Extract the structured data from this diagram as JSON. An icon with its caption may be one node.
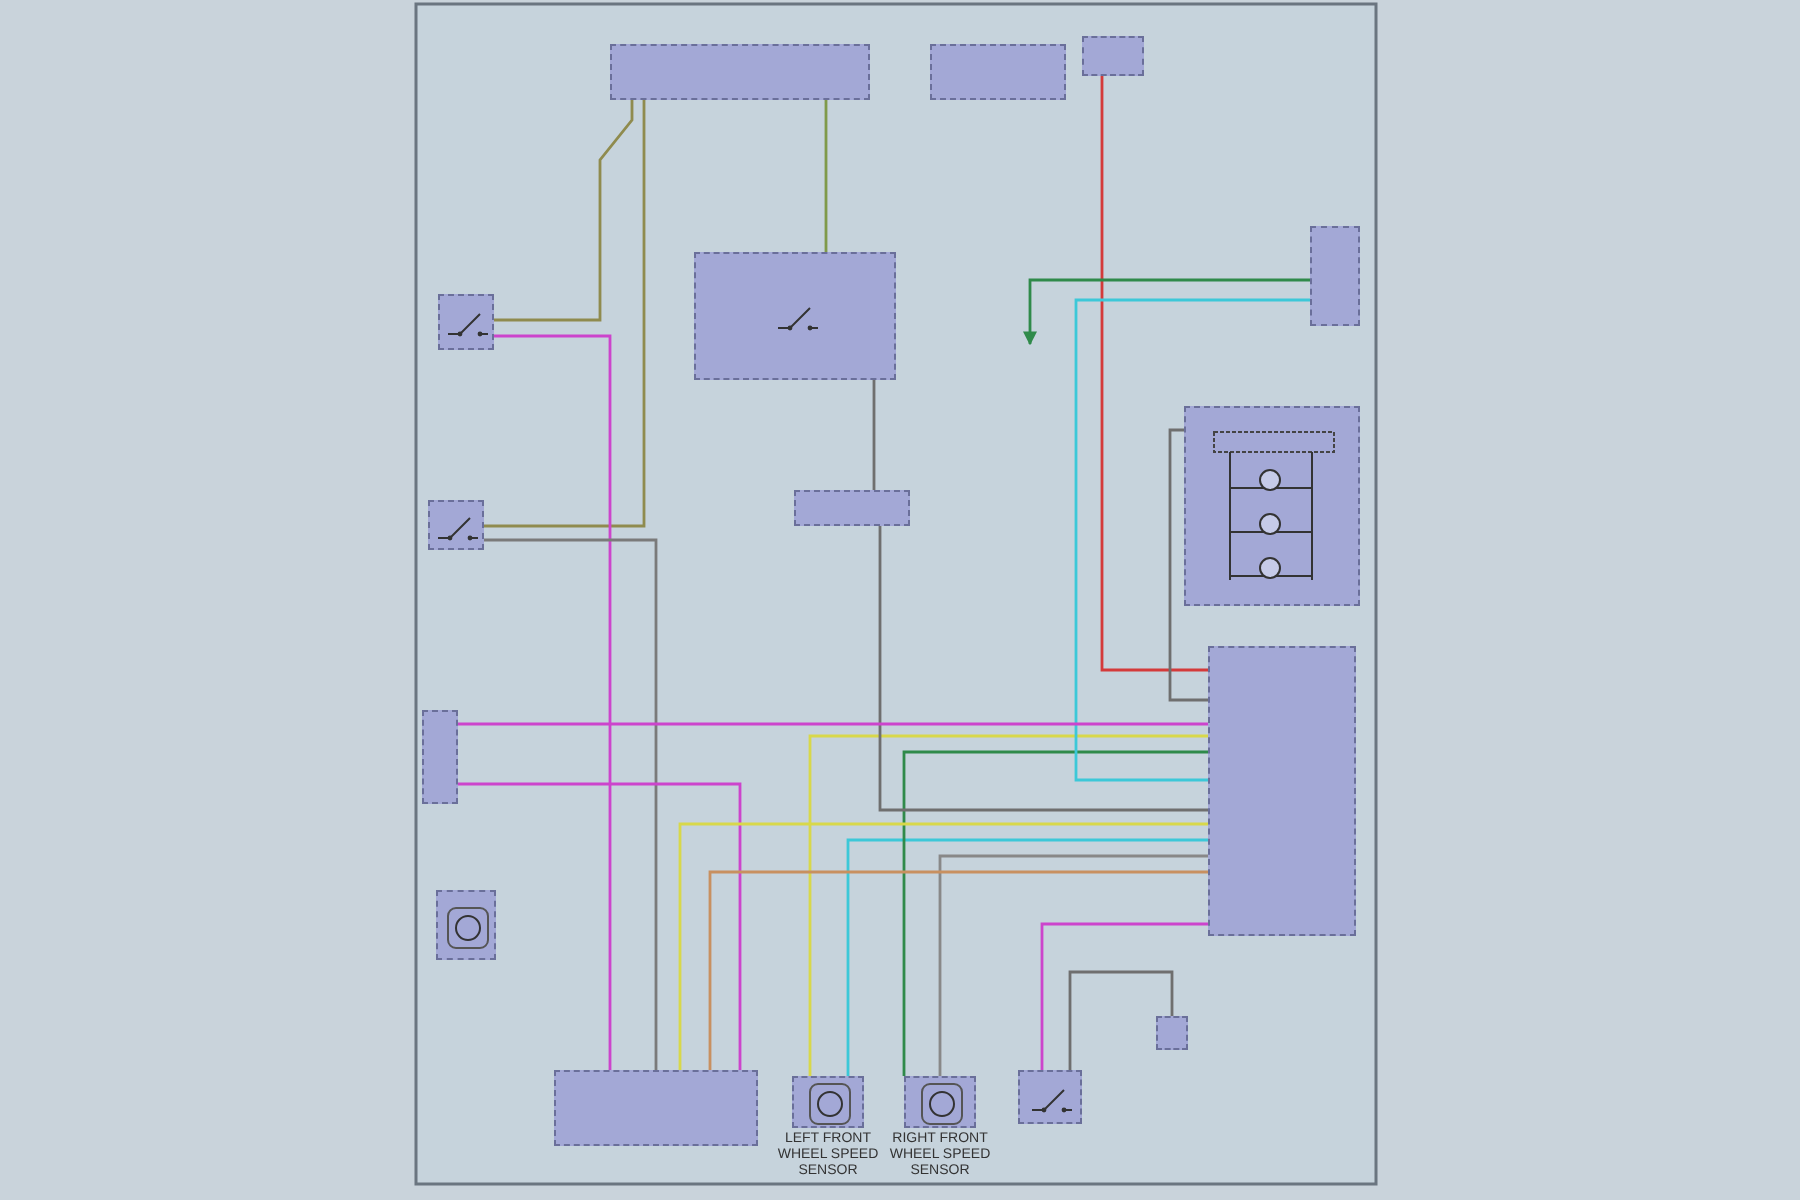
{
  "diagram": {
    "nodes": [
      {
        "text": [],
        "shape": "box"
      },
      {
        "text": [],
        "shape": "box"
      },
      {
        "text": [],
        "shape": "box"
      },
      {
        "text": [],
        "shape": "box"
      },
      {
        "text": [],
        "shape": "box"
      },
      {
        "text": [],
        "shape": "box"
      },
      {
        "text": [],
        "shape": "box"
      },
      {
        "text": [],
        "shape": "box"
      },
      {
        "text": [],
        "shape": "box"
      },
      {
        "text": [],
        "shape": "box"
      },
      {
        "text": [
          "LEFT FRONT WHEEL SPEED SENSOR"
        ]
      },
      {
        "text": [
          "RIGHT FRONT WHEEL SPEED SENSOR"
        ]
      },
      {
        "text": [],
        "shape": "box"
      },
      {
        "text": [],
        "shape": "box"
      },
      {
        "text": [],
        "shape": "box"
      },
      {
        "text": [],
        "shape": "box"
      },
      {
        "text": [],
        "shape": "box"
      }
    ],
    "edges": [
      {
        "from": 0,
        "to": 5,
        "arrow": "none",
        "color": "#8f8b4e"
      },
      {
        "from": 0,
        "to": 6,
        "arrow": "none",
        "color": "#8f8b4e"
      },
      {
        "from": 0,
        "to": 3,
        "arrow": "none",
        "color": "#7f9a4a"
      },
      {
        "from": 3,
        "to": 4,
        "arrow": "none",
        "color": "#6f6f6f"
      },
      {
        "from": 2,
        "to": 13,
        "arrow": "none",
        "color": "#d43a3a"
      },
      {
        "from": 5,
        "to": 9,
        "arrow": "none",
        "color": "#cc44cc"
      },
      {
        "from": 6,
        "to": 9,
        "arrow": "none",
        "color": "#7a7a7a"
      },
      {
        "from": 7,
        "to": 9,
        "arrow": "none",
        "color": "#cc44cc"
      },
      {
        "from": 13,
        "to": 10,
        "arrow": "none",
        "color": "#d8d84a"
      },
      {
        "from": 13,
        "to": 10,
        "arrow": "none",
        "color": "#3cc8d8"
      },
      {
        "from": 13,
        "to": 11,
        "arrow": "none",
        "color": "#2f8a4a"
      },
      {
        "from": 13,
        "to": 11,
        "arrow": "none",
        "color": "#888888"
      },
      {
        "from": 13,
        "to": 9,
        "arrow": "none",
        "color": "#d8d84a"
      },
      {
        "from": 13,
        "to": 9,
        "arrow": "none",
        "color": "#c89060"
      },
      {
        "from": 13,
        "to": 12,
        "arrow": "none",
        "color": "#cc44cc"
      },
      {
        "from": 12,
        "to": 14,
        "arrow": "none",
        "color": "#6f6f6f"
      },
      {
        "from": 4,
        "to": 13,
        "arrow": "none",
        "color": "#6f6f6f"
      },
      {
        "from": 15,
        "to": 13,
        "arrow": "none",
        "color": "#3cc8d8"
      },
      {
        "from": 15,
        "to": null,
        "arrow": "to",
        "color": "#2f8a4a"
      },
      {
        "from": 16,
        "to": 13,
        "arrow": "none",
        "color": "#6f6f6f"
      },
      {
        "from": 7,
        "to": 13,
        "arrow": "none",
        "color": "#cc44cc"
      }
    ]
  }
}
